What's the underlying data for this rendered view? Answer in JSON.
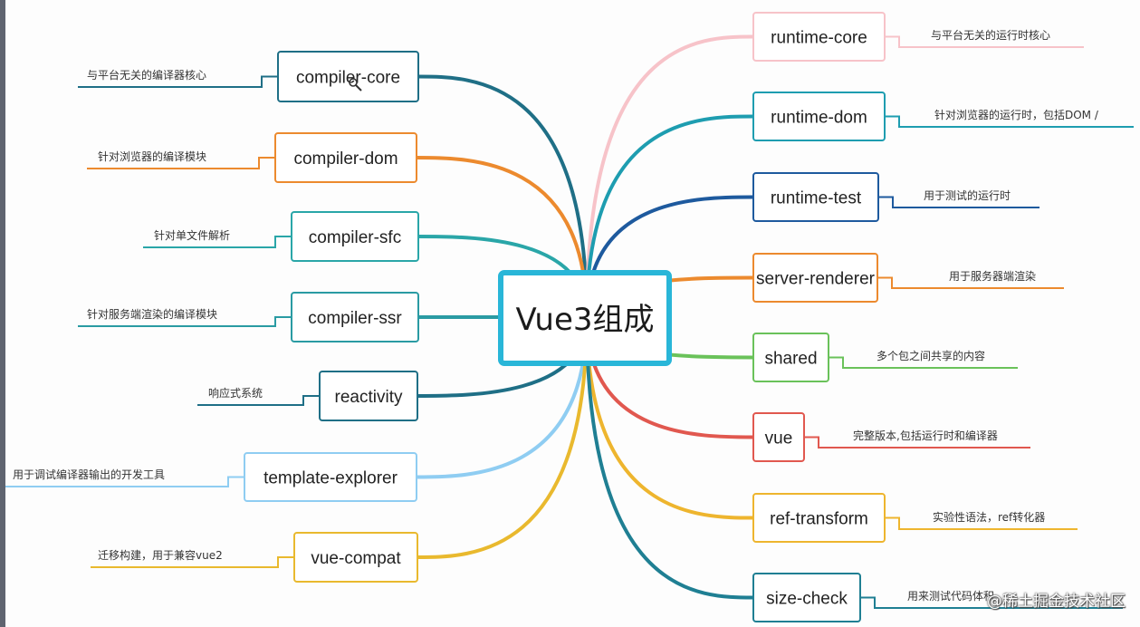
{
  "center": {
    "label": "Vue3组成",
    "color": "#29b6d8"
  },
  "left_nodes": [
    {
      "label": "compiler-core",
      "desc": "与平台无关的编译器核心",
      "color": "#1f6f86"
    },
    {
      "label": "compiler-dom",
      "desc": "针对浏览器的编译模块",
      "color": "#ec8a2e"
    },
    {
      "label": "compiler-sfc",
      "desc": "针对单文件解析",
      "color": "#2aa6a8"
    },
    {
      "label": "compiler-ssr",
      "desc": "针对服务端渲染的编译模块",
      "color": "#2a9ba3"
    },
    {
      "label": "reactivity",
      "desc": "响应式系统",
      "color": "#1f6f86"
    },
    {
      "label": "template-explorer",
      "desc": "用于调试编译器输出的开发工具",
      "color": "#8fcdf2"
    },
    {
      "label": "vue-compat",
      "desc": "迁移构建，用于兼容vue2",
      "color": "#e9b92e"
    }
  ],
  "right_nodes": [
    {
      "label": "runtime-core",
      "desc": "与平台无关的运行时核心",
      "color": "#f7c3c9"
    },
    {
      "label": "runtime-dom",
      "desc": "针对浏览器的运行时，包括DOM /",
      "color": "#1e9db0"
    },
    {
      "label": "runtime-test",
      "desc": "用于测试的运行时",
      "color": "#1e5a9e"
    },
    {
      "label": "server-renderer",
      "desc": "用于服务器端渲染",
      "color": "#ec8a2e"
    },
    {
      "label": "shared",
      "desc": "多个包之间共享的内容",
      "color": "#6ac25a"
    },
    {
      "label": "vue",
      "desc": "完整版本,包括运行时和编译器",
      "color": "#e1584f"
    },
    {
      "label": "ref-transform",
      "desc": "实验性语法，ref转化器",
      "color": "#eeb52e"
    },
    {
      "label": "size-check",
      "desc": "用来测试代码体积",
      "color": "#1f7f93"
    }
  ],
  "watermark": "@稀土掘金技术社区"
}
